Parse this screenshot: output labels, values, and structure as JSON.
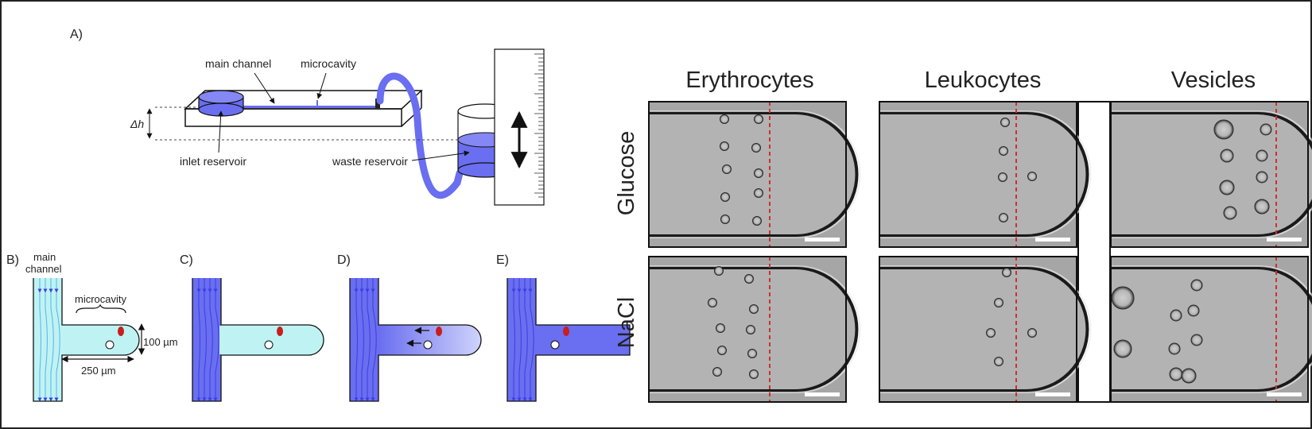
{
  "panelA": {
    "label": "A)",
    "main_channel": "main channel",
    "microcavity": "microcavity",
    "delta_h": "Δh",
    "inlet_reservoir": "inlet reservoir",
    "waste_reservoir": "waste reservoir"
  },
  "panelB": {
    "label": "B)",
    "main_line1": "main",
    "main_line2": "channel",
    "microcavity": "microcavity",
    "width": "100 µm",
    "length": "250 µm"
  },
  "panelC": {
    "label": "C)"
  },
  "panelD": {
    "label": "D)"
  },
  "panelE": {
    "label": "E)"
  },
  "grid": {
    "col1": "Erythrocytes",
    "col2": "Leukocytes",
    "col3": "Vesicles",
    "row1": "Glucose",
    "row2": "NaCl"
  },
  "colors": {
    "light_channel": "#bff3f3",
    "dark_channel": "#6a6ef0",
    "tube": "#6a6ef0",
    "red_cell": "#c81e1e",
    "dashed_line": "#c83232"
  }
}
